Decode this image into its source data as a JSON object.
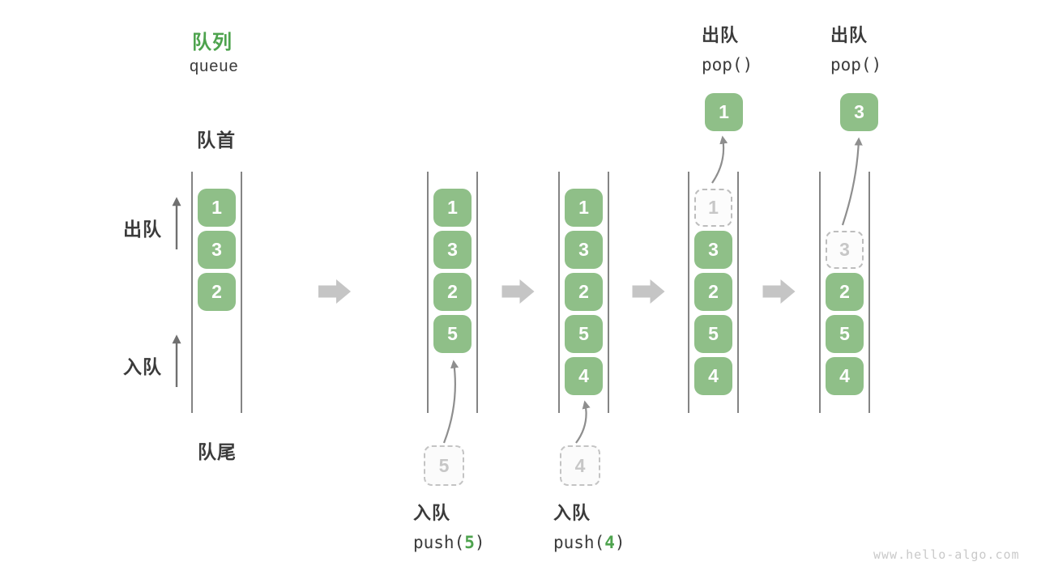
{
  "title": {
    "zh": "队列",
    "en": "queue"
  },
  "side_labels": {
    "front": "队首",
    "dequeue": "出队",
    "enqueue": "入队",
    "rear": "队尾"
  },
  "queue_states": [
    {
      "name": "initial",
      "items": [
        {
          "value": "1",
          "slot": 0
        },
        {
          "value": "3",
          "slot": 1
        },
        {
          "value": "2",
          "slot": 2
        }
      ]
    },
    {
      "name": "after-push-5",
      "items": [
        {
          "value": "1",
          "slot": 0
        },
        {
          "value": "3",
          "slot": 1
        },
        {
          "value": "2",
          "slot": 2
        },
        {
          "value": "5",
          "slot": 3
        }
      ]
    },
    {
      "name": "after-push-4",
      "items": [
        {
          "value": "1",
          "slot": 0
        },
        {
          "value": "3",
          "slot": 1
        },
        {
          "value": "2",
          "slot": 2
        },
        {
          "value": "5",
          "slot": 3
        },
        {
          "value": "4",
          "slot": 4
        }
      ]
    },
    {
      "name": "pop-1",
      "items": [
        {
          "value": "1",
          "slot": 0,
          "ghost": true
        },
        {
          "value": "3",
          "slot": 1
        },
        {
          "value": "2",
          "slot": 2
        },
        {
          "value": "5",
          "slot": 3
        },
        {
          "value": "4",
          "slot": 4
        }
      ]
    },
    {
      "name": "pop-3",
      "items": [
        {
          "value": "3",
          "slot": 1,
          "ghost": true
        },
        {
          "value": "2",
          "slot": 2
        },
        {
          "value": "5",
          "slot": 3
        },
        {
          "value": "4",
          "slot": 4
        }
      ]
    }
  ],
  "operations": [
    {
      "type": "push",
      "column": 1,
      "label_zh": "入队",
      "code_prefix": "push(",
      "code_arg": "5",
      "code_suffix": ")",
      "moved_value": "5"
    },
    {
      "type": "push",
      "column": 2,
      "label_zh": "入队",
      "code_prefix": "push(",
      "code_arg": "4",
      "code_suffix": ")",
      "moved_value": "4"
    },
    {
      "type": "pop",
      "column": 3,
      "label_zh": "出队",
      "code_prefix": "pop(",
      "code_arg": "",
      "code_suffix": ")",
      "moved_value": "1"
    },
    {
      "type": "pop",
      "column": 4,
      "label_zh": "出队",
      "code_prefix": "pop(",
      "code_arg": "",
      "code_suffix": ")",
      "moved_value": "3"
    }
  ],
  "watermark": "www.hello-algo.com",
  "colors": {
    "accent_green": "#4EA34E",
    "box_green": "#8FBF88",
    "box_text": "#FFFFFF",
    "text_dark": "#3B3B3B",
    "container_line": "#4F4F4F",
    "ghost_border": "#BDBDBD",
    "ghost_text": "#C7C7C7",
    "flow_arrow": "#C5C5C5",
    "thin_arrow": "#707070",
    "curve_arrow": "#8E8E8E",
    "watermark_text": "#C9C9C9"
  }
}
